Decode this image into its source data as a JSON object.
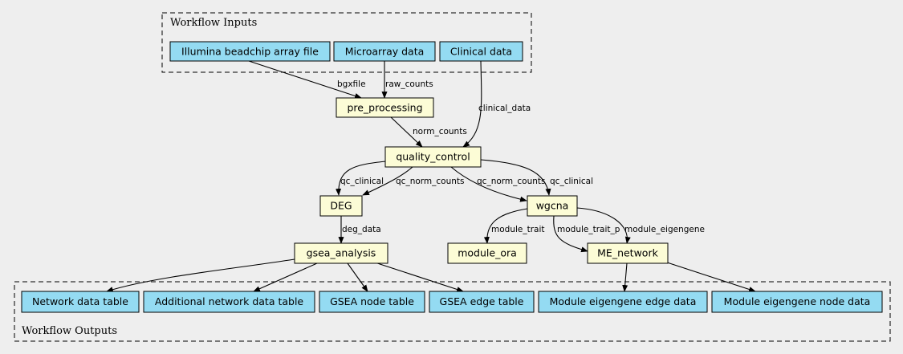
{
  "clusters": {
    "inputs": {
      "title": "Workflow Inputs"
    },
    "outputs": {
      "title": "Workflow Outputs"
    }
  },
  "colors": {
    "background": "#eeeeee",
    "data_node": "#94dbf2",
    "process_node": "#fcfcd6",
    "stroke": "#000000"
  },
  "nodes": {
    "illumina": {
      "label": "Illumina beadchip array file"
    },
    "microarray": {
      "label": "Microarray data"
    },
    "clinical": {
      "label": "Clinical data"
    },
    "pre_processing": {
      "label": "pre_processing"
    },
    "quality_control": {
      "label": "quality_control"
    },
    "deg": {
      "label": "DEG"
    },
    "wgcna": {
      "label": "wgcna"
    },
    "gsea_analysis": {
      "label": "gsea_analysis"
    },
    "module_ora": {
      "label": "module_ora"
    },
    "me_network": {
      "label": "ME_network"
    },
    "network_data_table": {
      "label": "Network data table"
    },
    "additional_network": {
      "label": "Additional network data table"
    },
    "gsea_node_table": {
      "label": "GSEA node table"
    },
    "gsea_edge_table": {
      "label": "GSEA edge table"
    },
    "module_edge_data": {
      "label": "Module eigengene edge data"
    },
    "module_node_data": {
      "label": "Module eigengene node data"
    }
  },
  "edges": {
    "bgxfile": {
      "label": "bgxfile"
    },
    "raw_counts": {
      "label": "raw_counts"
    },
    "clinical_data": {
      "label": "clinical_data"
    },
    "norm_counts": {
      "label": "norm_counts"
    },
    "qc_clinical_deg": {
      "label": "qc_clinical"
    },
    "qc_norm_counts_deg": {
      "label": "qc_norm_counts"
    },
    "qc_norm_counts_wgcna": {
      "label": "qc_norm_counts"
    },
    "qc_clinical_wgcna": {
      "label": "qc_clinical"
    },
    "deg_data": {
      "label": "deg_data"
    },
    "module_trait": {
      "label": "module_trait"
    },
    "module_trait_p": {
      "label": "module_trait_p"
    },
    "module_eigengene": {
      "label": "module_eigengene"
    }
  }
}
